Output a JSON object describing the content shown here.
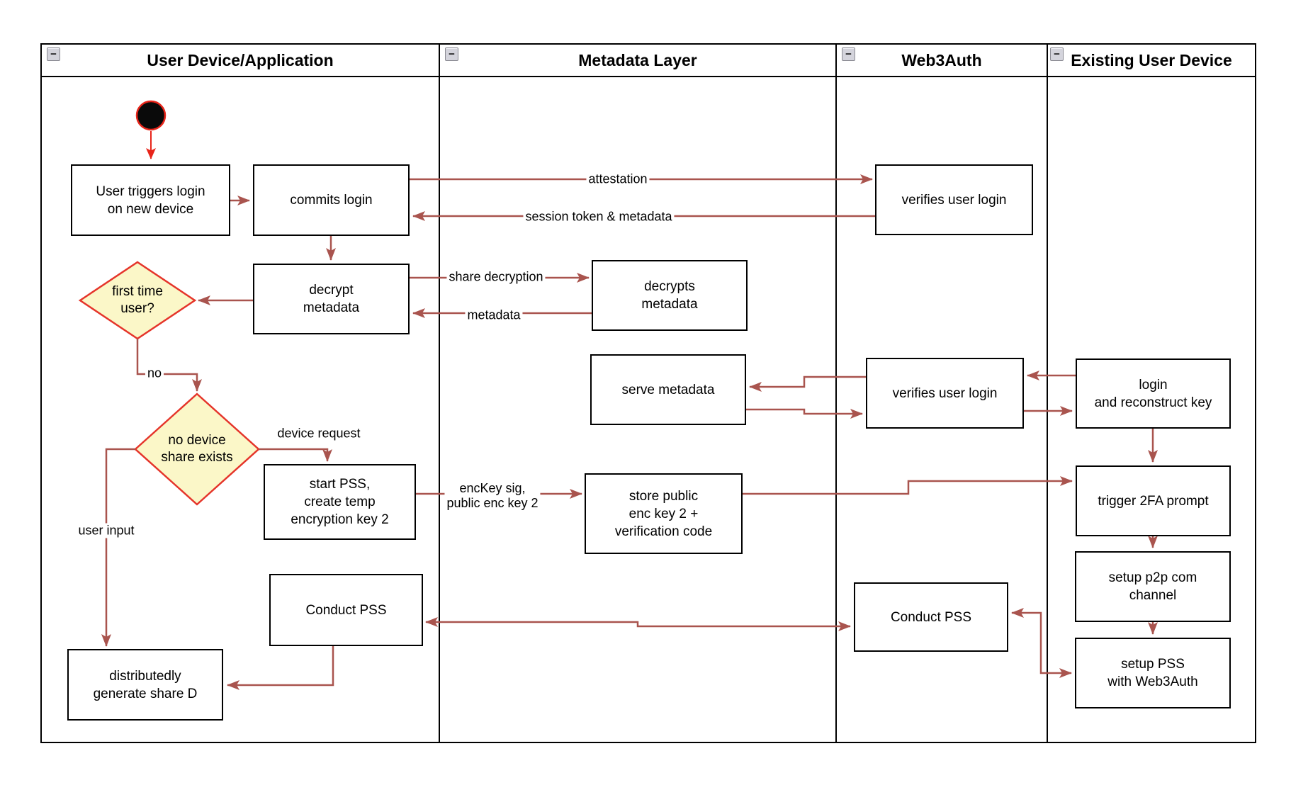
{
  "lanes": [
    {
      "title": "User Device/Application",
      "collapse": "−"
    },
    {
      "title": "Metadata Layer",
      "collapse": "−"
    },
    {
      "title": "Web3Auth",
      "collapse": "−"
    },
    {
      "title": "Existing User Device",
      "collapse": "−"
    }
  ],
  "nodes": {
    "user_triggers": "User triggers login\non new device",
    "commits_login": "commits login",
    "decrypt_metadata": "decrypt\nmetadata",
    "start_pss": "start PSS,\ncreate temp\nencryption key 2",
    "conduct_pss_user": "Conduct PSS",
    "distributedly_generate": "distributedly\ngenerate share D",
    "decrypts_metadata": "decrypts\nmetadata",
    "serve_metadata": "serve metadata",
    "store_public": "store public\nenc key 2 +\nverification code",
    "verifies_user_login_1": "verifies user login",
    "verifies_user_login_2": "verifies user login",
    "conduct_pss_web3auth": "Conduct PSS",
    "login_reconstruct": "login\nand reconstruct key",
    "trigger_2fa": "trigger 2FA prompt",
    "setup_p2p": "setup p2p com\nchannel",
    "setup_pss": "setup PSS\nwith Web3Auth"
  },
  "decisions": {
    "first_time_user": "first time\nuser?",
    "no_device_share": "no device\nshare exists"
  },
  "edge_labels": {
    "attestation": "attestation",
    "session_token": "session token & metadata",
    "share_decryption": "share decryption",
    "metadata": "metadata",
    "no": "no",
    "device_request": "device request",
    "user_input": "user input",
    "enckey": "encKey sig,\npublic enc key 2"
  },
  "colors": {
    "connector": "#A9544E",
    "start_accent": "#E8251A",
    "decision_fill": "#FBF7C8",
    "decision_border": "#E5342A",
    "collapse_button_bg": "#D4D4DC"
  }
}
